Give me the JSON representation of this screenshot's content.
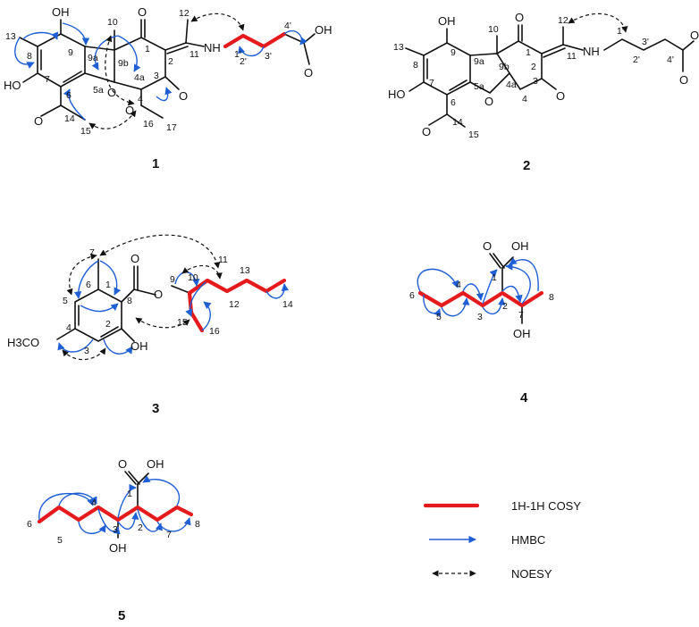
{
  "compounds": [
    {
      "label": "1"
    },
    {
      "label": "2"
    },
    {
      "label": "3"
    },
    {
      "label": "4"
    },
    {
      "label": "5"
    }
  ],
  "atoms": {
    "c1": [
      "OH",
      "13",
      "8",
      "9",
      "9a",
      "HO",
      "7",
      "6",
      "5a",
      "O",
      "10",
      "9b",
      "1",
      "4a",
      "2",
      "3",
      "O",
      "O",
      "4",
      "12",
      "11",
      "NH",
      "1'",
      "2'",
      "3'",
      "4'",
      "OH",
      "O",
      "O",
      "14",
      "15",
      "16",
      "17",
      "O"
    ],
    "c2": [
      "OH",
      "13",
      "9",
      "9a",
      "10",
      "O",
      "12",
      "8",
      "9b",
      "1",
      "2",
      "11",
      "NH",
      "1'",
      "3'",
      "4'",
      "OH",
      "HO",
      "7",
      "6",
      "5a",
      "O",
      "4a",
      "3",
      "O",
      "4",
      "2'",
      "O",
      "O",
      "14",
      "15"
    ],
    "c3": [
      "7",
      "O",
      "11",
      "6",
      "1",
      "8",
      "O",
      "9",
      "10",
      "13",
      "5",
      "2",
      "OH",
      "12",
      "14",
      "15",
      "16",
      "4",
      "H3CO",
      "3"
    ],
    "c4": [
      "O",
      "OH",
      "1",
      "6",
      "4",
      "5",
      "3",
      "2",
      "7",
      "8",
      "OH"
    ],
    "c5": [
      "O",
      "OH",
      "1",
      "6",
      "4",
      "5",
      "3",
      "2",
      "7",
      "8",
      "OH"
    ]
  },
  "legend": [
    {
      "label": "1H-1H COSY",
      "style": "cosy",
      "color": "#e41a1c"
    },
    {
      "label": "HMBC",
      "style": "arrow",
      "color": "#1f5fd6"
    },
    {
      "label": "NOESY",
      "style": "dashed-double-arrow",
      "color": "#111111"
    }
  ],
  "colors": {
    "cosy": "#e41a1c",
    "hmbc": "#1f5fd6",
    "bond": "#111111"
  }
}
